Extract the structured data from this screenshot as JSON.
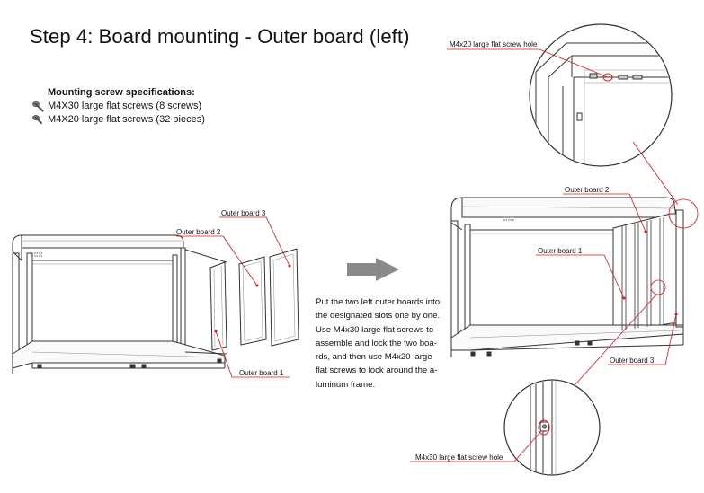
{
  "title": "Step 4: Board mounting - Outer board (left)",
  "specs": {
    "heading": "Mounting screw specifications:",
    "items": [
      {
        "label": "M4X30 large flat screws (8 screws)",
        "icon": "screw-icon"
      },
      {
        "label": "M4X20 large flat screws (32 pieces)",
        "icon": "screw-icon"
      }
    ]
  },
  "instructions": [
    "Put the two left outer boards into",
    "the designated slots one by one.",
    "Use M4x30 large flat screws to",
    "assemble and lock the two boa-",
    "rds, and then use M4x20 large",
    "flat screws to lock around the a-",
    "luminum frame."
  ],
  "left_labels": {
    "board3": "Outer board 3",
    "board2": "Outer board 2",
    "board1": "Outer board 1"
  },
  "right_labels": {
    "board2": "Outer board 2",
    "board1": "Outer board 1",
    "board3": "Outer board 3"
  },
  "callouts": {
    "top": "M4x20 large flat screw hole",
    "bottom": "M4x30 large flat screw hole"
  },
  "colors": {
    "leader": "#e8141b",
    "arrow": "#8a8a8a",
    "line": "#333333"
  }
}
